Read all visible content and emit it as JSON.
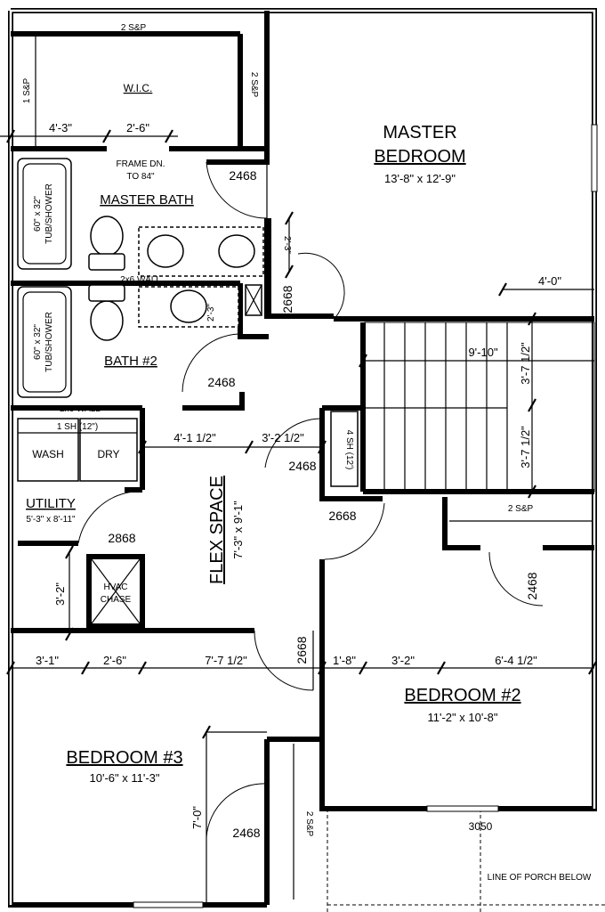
{
  "rooms": {
    "wic": "W.I.C.",
    "master_bedroom_l1": "MASTER",
    "master_bedroom_l2": "BEDROOM",
    "master_bedroom_size": "13'-8\" x 12'-9\"",
    "master_bath": "MASTER BATH",
    "bath2": "BATH #2",
    "utility": "UTILITY",
    "utility_size": "5'-3\" x 8'-11\"",
    "flex_space": "FLEX SPACE",
    "flex_space_size": "7'-3\" x 9'-1\"",
    "bedroom2": "BEDROOM #2",
    "bedroom2_size": "11'-2\" x 10'-8\"",
    "bedroom3": "BEDROOM #3",
    "bedroom3_size": "10'-6\" x 11'-3\""
  },
  "fixtures": {
    "sp_wic_top": "2 S&P",
    "sp_wic_left": "1 S&P",
    "sp_wic_right": "2 S&P",
    "frame_dn_1": "FRAME DN.",
    "frame_dn_2": "TO 84\"",
    "tub1_l1": "60\" x 32\"",
    "tub1_l2": "TUB/SHOWER",
    "tub2_l1": "60\" x 32\"",
    "tub2_l2": "TUB/SHOWER",
    "wall_2x6_a": "2x6 WALL",
    "wall_2x6_b": "2x6 WALL",
    "shelf_utility": "1 SH (12\")",
    "wash": "WASH",
    "dry": "DRY",
    "hvac_l1": "HVAC",
    "hvac_l2": "CHASE",
    "shelf_hall": "4 SH (12')",
    "sp_bed2": "2 S&P",
    "sp_bed3": "2 S&P",
    "window_3050": "3050",
    "porch_line": "LINE OF PORCH BELOW"
  },
  "doors": {
    "d_master": "2468",
    "d_bath_hall": "2668",
    "d_bath2": "2468",
    "d_linen": "2468",
    "d_bed2": "2668",
    "d_utility": "2868",
    "d_bed2_closet": "2468",
    "d_bed3": "2668",
    "d_bed3_closet": "2468"
  },
  "dimensions": {
    "wic_a": "4'-3\"",
    "wic_b": "2'-6\"",
    "hall_a": "2'-3\"",
    "vanity_a": "2'-3\"",
    "stair_landing": "4'-0\"",
    "stair_width": "9'-10\"",
    "stair_run_a": "3'-7 1/2\"",
    "stair_run_b": "3'-7 1/2\"",
    "flex_a": "4'-1 1/2\"",
    "flex_b": "3'-2 1/2\"",
    "hvac_h": "3'-2\"",
    "row_a": "3'-1\"",
    "row_b": "2'-6\"",
    "row_c": "7'-7 1/2\"",
    "row_d": "1'-8\"",
    "row_e": "3'-2\"",
    "row_f": "6'-4 1/2\"",
    "bed3_h": "7'-0\""
  }
}
